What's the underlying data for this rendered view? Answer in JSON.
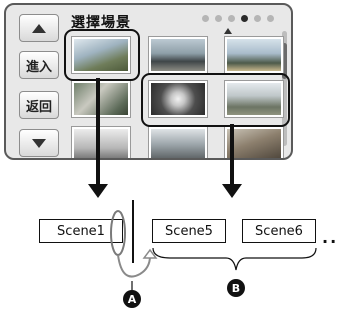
{
  "screen": {
    "title": "選擇場景",
    "page_indicator": {
      "total": 6,
      "current": 3
    },
    "buttons": {
      "up_icon": "triangle-up",
      "enter_label": "進入",
      "back_label": "返回",
      "down_icon": "triangle-down"
    },
    "thumbnails": [
      "scene-1",
      "scene-2",
      "scene-3",
      "scene-4",
      "scene-5",
      "scene-6",
      "scene-7",
      "scene-8",
      "scene-9"
    ]
  },
  "diagram": {
    "scenes": [
      {
        "label": "Scene1"
      },
      {
        "label": "Scene5"
      },
      {
        "label": "Scene6"
      }
    ],
    "markers": {
      "a": "A",
      "b": "B"
    },
    "continuation": "··"
  }
}
